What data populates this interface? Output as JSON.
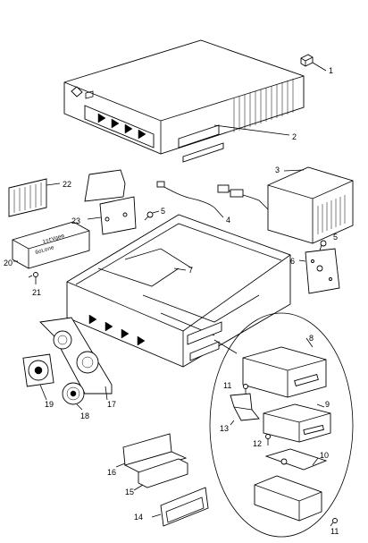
{
  "diagram": {
    "part_labels": [
      "1",
      "2",
      "3",
      "4",
      "5",
      "6",
      "7",
      "8",
      "9",
      "10",
      "11",
      "12",
      "13",
      "14",
      "15",
      "16",
      "17",
      "18",
      "19",
      "20",
      "21",
      "22",
      "23"
    ],
    "label_5_second": "5",
    "label_11_second": "11",
    "drive_label_line1": "1stVgem",
    "drive_label_line2": "GoLone"
  }
}
